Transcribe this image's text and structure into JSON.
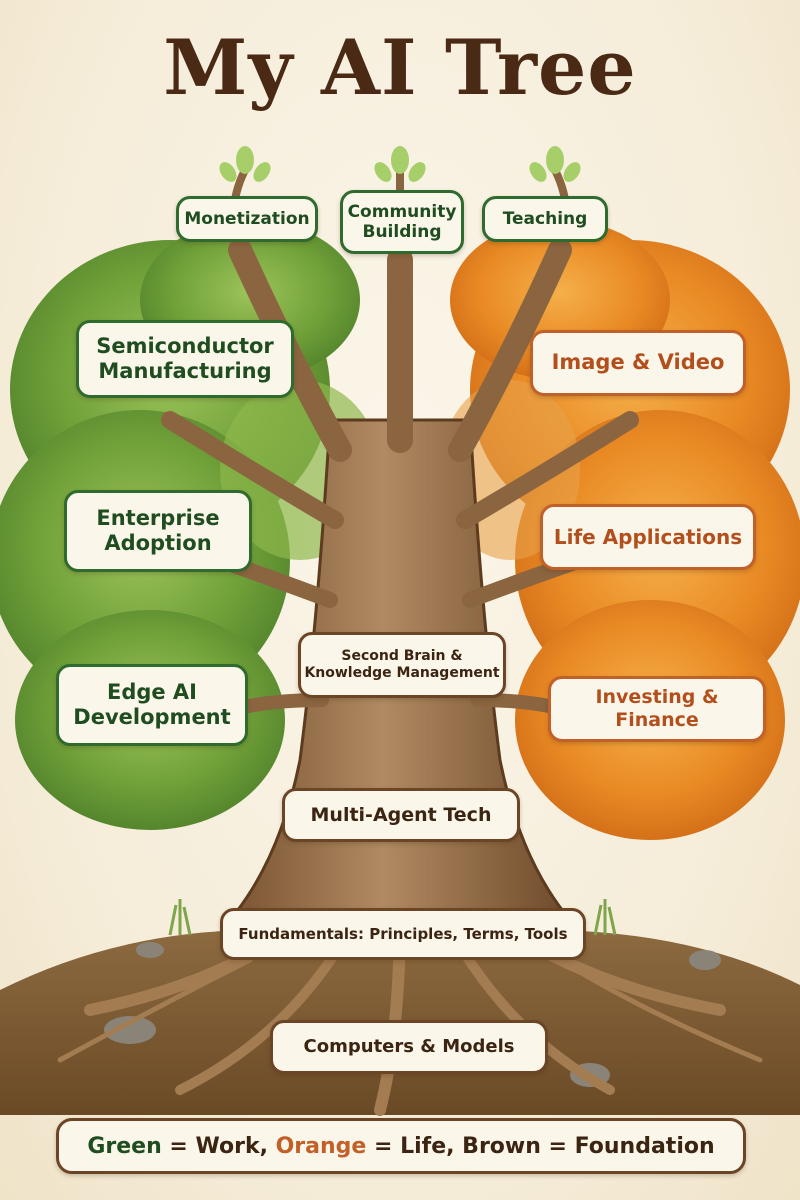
{
  "title": "My AI Tree",
  "colors": {
    "work_green": "#2f6a2e",
    "life_orange": "#c2602a",
    "foundation_brown": "#6b4526"
  },
  "branches_top": [
    {
      "label_lines": [
        "Monetization"
      ],
      "group": "work"
    },
    {
      "label_lines": [
        "Community",
        "Building"
      ],
      "group": "work"
    },
    {
      "label_lines": [
        "Teaching"
      ],
      "group": "work"
    }
  ],
  "work_nodes": [
    {
      "label_lines": [
        "Semiconductor",
        "Manufacturing"
      ]
    },
    {
      "label_lines": [
        "Enterprise",
        "Adoption"
      ]
    },
    {
      "label_lines": [
        "Edge AI",
        "Development"
      ]
    }
  ],
  "life_nodes": [
    {
      "label_lines": [
        "Image & Video"
      ]
    },
    {
      "label_lines": [
        "Life Applications"
      ]
    },
    {
      "label_lines": [
        "Investing & Finance"
      ]
    }
  ],
  "trunk_nodes": [
    {
      "label_lines": [
        "Second Brain &",
        "Knowledge Management"
      ]
    },
    {
      "label_lines": [
        "Multi-Agent Tech"
      ]
    },
    {
      "label_lines": [
        "Fundamentals: Principles, Terms, Tools"
      ]
    },
    {
      "label_lines": [
        "Computers & Models"
      ]
    }
  ],
  "legend": {
    "green_word": "Green",
    "work_part": " = Work, ",
    "orange_word": "Orange",
    "life_part": " = Life, ",
    "brown_word": "Brown",
    "foundation_part": " = Foundation"
  }
}
